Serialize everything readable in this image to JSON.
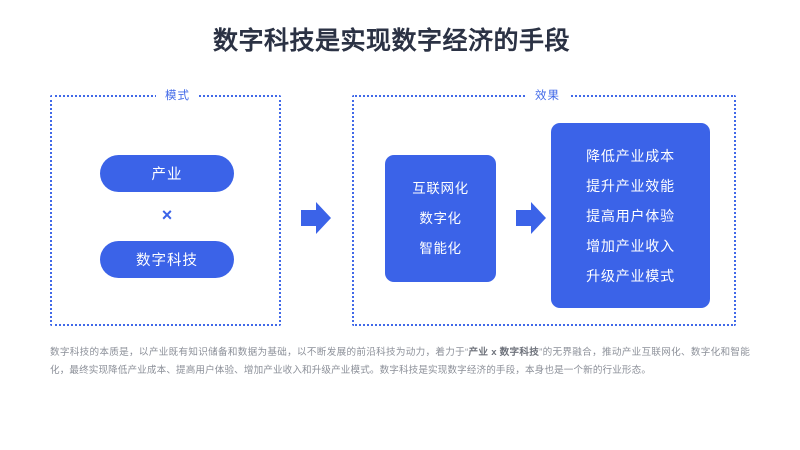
{
  "slide": {
    "title": "数字科技是实现数字经济的手段",
    "background_color": "#ffffff",
    "accent_color": "#3b63e8",
    "dashed_border_color": "#4169e8",
    "title_color": "#2b3244",
    "caption_color": "#8c9099"
  },
  "groups": {
    "mode": {
      "label": "模式",
      "pill_top": "产业",
      "operator": "×",
      "pill_bottom": "数字科技"
    },
    "effect": {
      "label": "效果"
    }
  },
  "middle_card": {
    "lines": [
      "互联网化",
      "数字化",
      "智能化"
    ]
  },
  "results_card": {
    "lines": [
      "降低产业成本",
      "提升产业效能",
      "提高用户体验",
      "增加产业收入",
      "升级产业模式"
    ]
  },
  "arrows": {
    "first": "right-arrow-icon",
    "second": "right-arrow-icon"
  },
  "caption": {
    "part1": "数字科技的本质是，以产业既有知识储备和数据为基础，以不断发展的前沿科技为动力，着力于“",
    "emphasis": "产业 x 数字科技",
    "part2": "”的无界融合，推动产业互联网化、数字化和智能化，最终实现降低产业成本、提高用户体验、增加产业收入和升级产业模式。数字科技是实现数字经济的手段，本身也是一个新的行业形态。"
  }
}
